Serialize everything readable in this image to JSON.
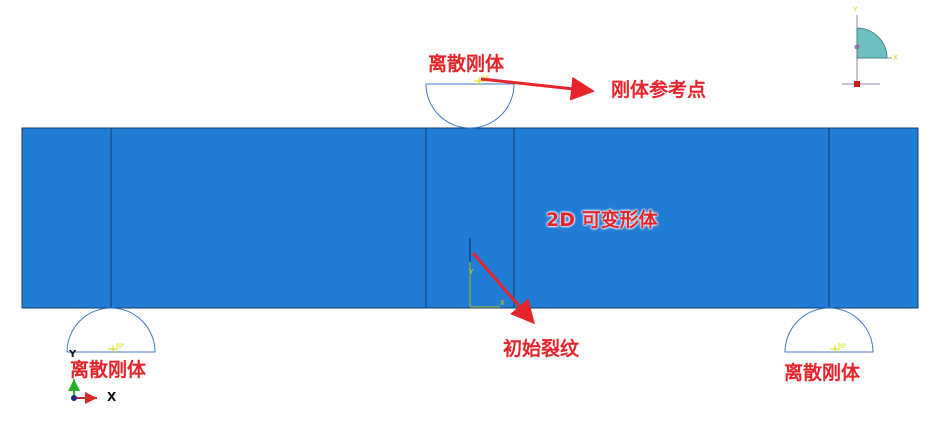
{
  "annotations": {
    "rigid_top": "离散刚体",
    "reference_point": "刚体参考点",
    "deformable_body": "2D 可变形体",
    "initial_crack": "初始裂纹",
    "rigid_bottom_left": "离散刚体",
    "rigid_bottom_right": "离散刚体"
  },
  "rp_labels": {
    "top": "RP",
    "bottom_left": "RP",
    "bottom_right": "RP"
  },
  "triad_small": {
    "x_label": "X",
    "y_label": "Y"
  },
  "triad_bottom": {
    "x_label": "X",
    "y_label": "Y"
  },
  "triad_corner": {
    "x_label": "X",
    "y_label": "Y"
  },
  "colors": {
    "body_fill": "#217cd6",
    "body_edge": "#143c6a",
    "rigid_outline": "#3f7ac8",
    "annotation": "#e8242b",
    "rp_marker": "#d8d800",
    "triad_x": "#d42a2a",
    "triad_y": "#26b226",
    "triad_corner_fill": "#6bbfbf"
  }
}
